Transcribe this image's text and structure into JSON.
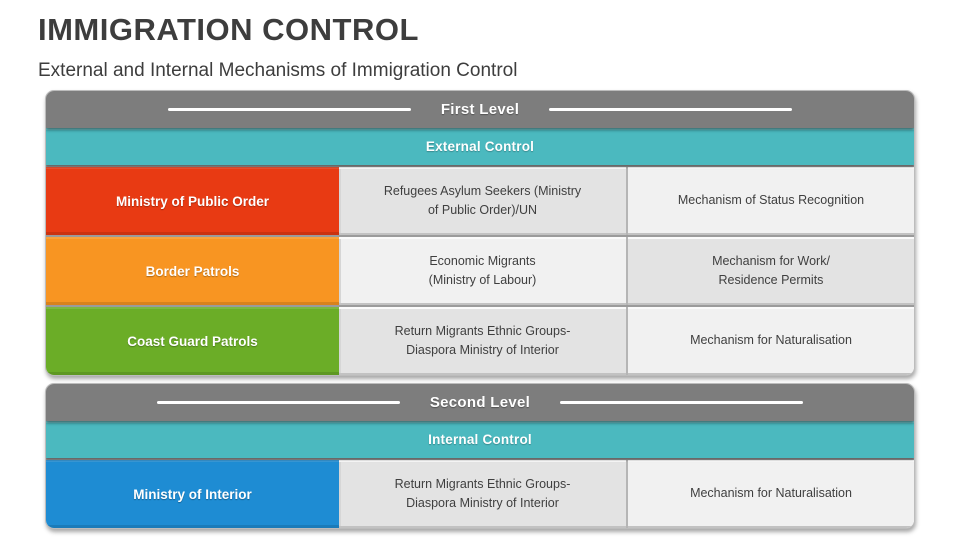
{
  "page": {
    "title": "IMMIGRATION CONTROL",
    "subtitle": "External and Internal Mechanisms of Immigration Control"
  },
  "colors": {
    "header_gray": "#7D7D7D",
    "banner_teal": "#4BB9BF",
    "red": "#E83A13",
    "orange": "#F89522",
    "green": "#6BAD27",
    "blue": "#1E8CD3",
    "cell_dark": "#E3E3E3",
    "cell_light": "#F1F1F1",
    "text_dark": "#3F3F3F"
  },
  "sections": [
    {
      "level_label": "First Level",
      "control_label": "External Control",
      "rows": [
        {
          "agency": "Ministry of Public Order",
          "agency_color": "#E83A13",
          "migrants": [
            "Refugees Asylum Seekers (Ministry",
            "of Public Order)/UN"
          ],
          "migrants_bg": "#E3E3E3",
          "mechanism": [
            "Mechanism of Status Recognition"
          ],
          "mechanism_bg": "#F1F1F1"
        },
        {
          "agency": "Border Patrols",
          "agency_color": "#F89522",
          "migrants": [
            "Economic Migrants",
            "(Ministry of Labour)"
          ],
          "migrants_bg": "#F1F1F1",
          "mechanism": [
            "Mechanism for Work/",
            "Residence Permits"
          ],
          "mechanism_bg": "#E3E3E3"
        },
        {
          "agency": "Coast Guard Patrols",
          "agency_color": "#6BAD27",
          "migrants": [
            "Return Migrants Ethnic Groups-",
            "Diaspora Ministry of Interior"
          ],
          "migrants_bg": "#E3E3E3",
          "mechanism": [
            "Mechanism for Naturalisation"
          ],
          "mechanism_bg": "#F1F1F1"
        }
      ]
    },
    {
      "level_label": "Second Level",
      "control_label": "Internal Control",
      "rows": [
        {
          "agency": "Ministry of Interior",
          "agency_color": "#1E8CD3",
          "migrants": [
            "Return Migrants Ethnic Groups-",
            "Diaspora Ministry of Interior"
          ],
          "migrants_bg": "#E3E3E3",
          "mechanism": [
            "Mechanism for Naturalisation"
          ],
          "mechanism_bg": "#F1F1F1"
        }
      ]
    }
  ]
}
